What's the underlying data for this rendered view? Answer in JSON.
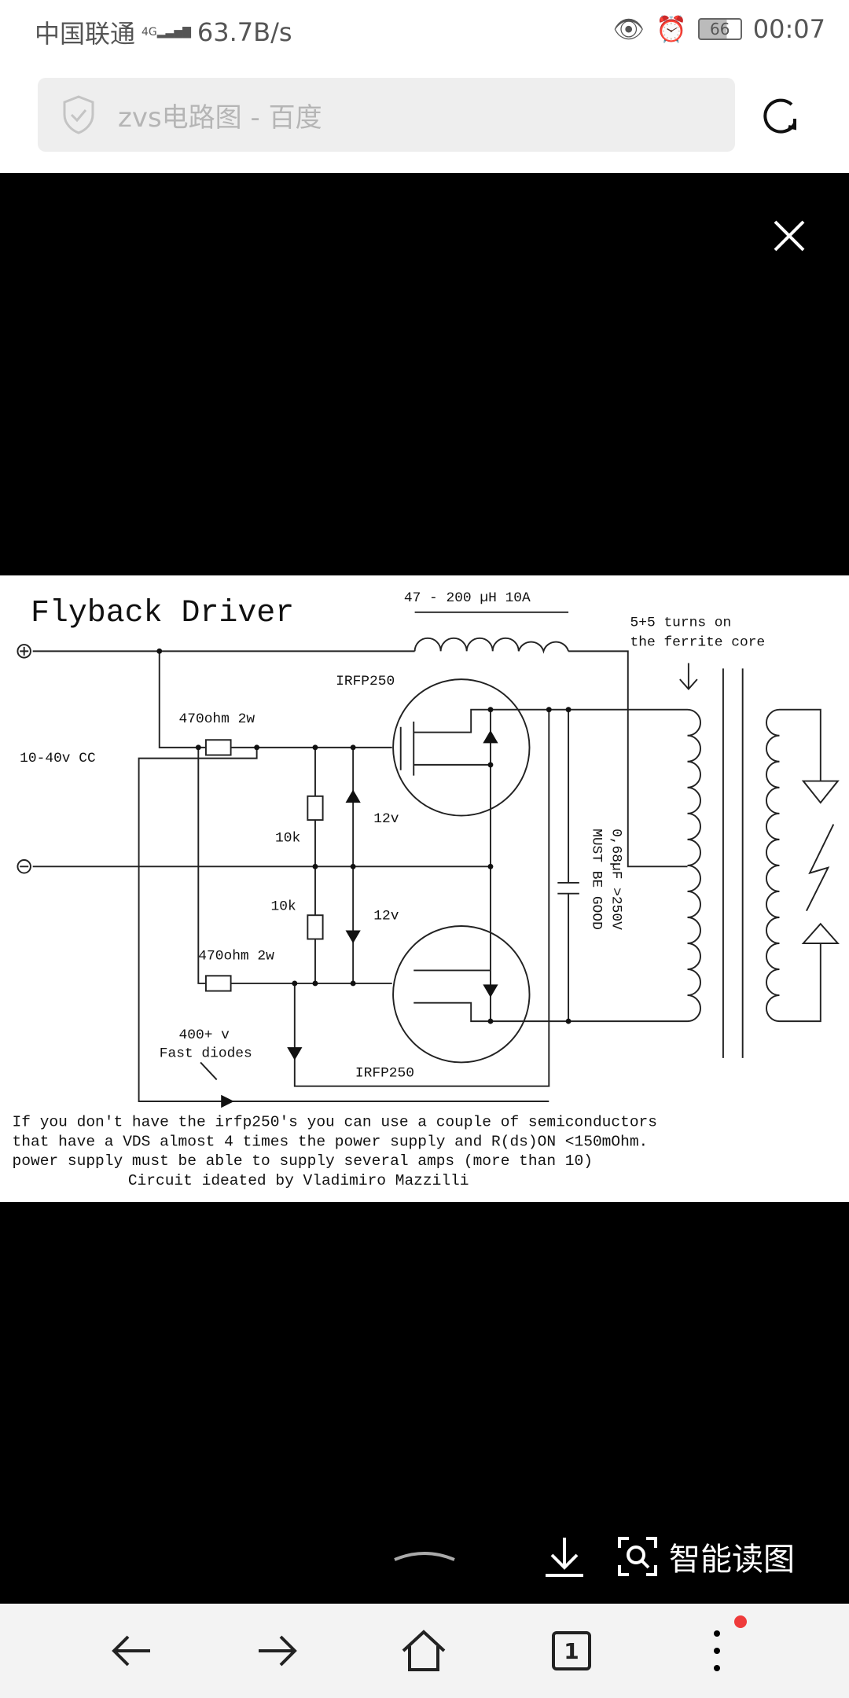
{
  "status_bar": {
    "carrier": "中国联通",
    "network": "4G",
    "speed": "63.7B/s",
    "battery": "66",
    "time": "00:07",
    "icons": [
      "eye-icon",
      "alarm-icon",
      "battery-icon",
      "signal-icon"
    ]
  },
  "url_bar": {
    "title": "zvs电路图 - 百度",
    "icon": "shield-check-icon",
    "refresh_icon": "refresh-icon"
  },
  "viewer": {
    "close_icon": "close-icon",
    "collapse_icon": "chevron-up-icon",
    "download_icon": "download-icon",
    "reader_label": "智能读图",
    "reader_icon": "scan-search-icon"
  },
  "schematic": {
    "title": "Flyback Driver",
    "inductor": "47 - 200 µH 10A",
    "turns_1": "5+5 turns on",
    "turns_2": "the ferrite core",
    "mosfet_top": "IRFP250",
    "mosfet_bottom": "IRFP250",
    "res_top": "470ohm 2w",
    "res_bottom": "470ohm 2w",
    "supply": "10-40v CC",
    "r10k_1": "10k",
    "r10k_2": "10k",
    "zener_1": "12v",
    "zener_2": "12v",
    "cap_1": "0,68µF >250V",
    "cap_2": "MUST BE GOOD",
    "diodes_1": "400+ v",
    "diodes_2": "Fast diodes",
    "note_1": "If you don't have the irfp250's you can use a couple of semiconductors",
    "note_2": "that have a VDS almost 4 times the power supply and R(ds)ON <150mOhm.",
    "note_3": "power supply must be able to supply several amps (more than 10)",
    "credit": "Circuit ideated by Vladimiro Mazzilli"
  },
  "nav": {
    "tab_count": "1",
    "items": [
      "back",
      "forward",
      "home",
      "tabs",
      "menu"
    ]
  }
}
